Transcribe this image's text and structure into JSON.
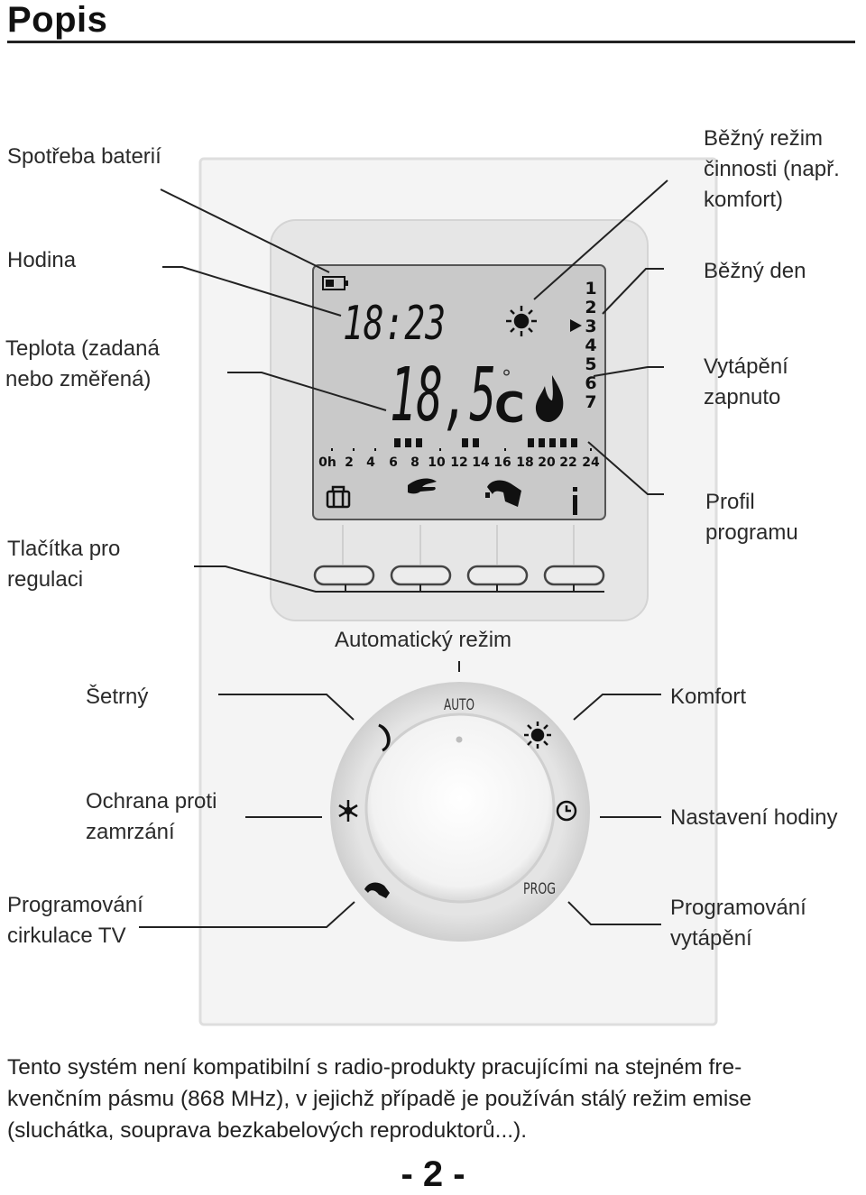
{
  "page": {
    "title": "Popis",
    "page_number": "- 2 -"
  },
  "labels": {
    "battery": [
      "Spotřeba baterií"
    ],
    "current_mode": [
      "Běžný režim",
      "činnosti (např.",
      "komfort)"
    ],
    "hour": [
      "Hodina"
    ],
    "current_day": [
      "Běžný den"
    ],
    "temperature": [
      "Teplota (zadaná",
      "nebo změřená)"
    ],
    "heating_on": [
      "Vytápění",
      "zapnuto"
    ],
    "control_buttons": [
      "Tlačítka pro",
      "regulaci"
    ],
    "program_profile": [
      "Profil",
      "programu"
    ],
    "auto_mode": [
      "Automatický režim"
    ],
    "eco": [
      "Šetrný"
    ],
    "comfort": [
      "Komfort"
    ],
    "frost_protection": [
      "Ochrana proti",
      "zamrzání"
    ],
    "clock_setting": [
      "Nastavení hodiny"
    ],
    "dhw_programming": [
      "Programování",
      "cirkulace TV"
    ],
    "heating_programming": [
      "Programování",
      "vytápění"
    ]
  },
  "lcd": {
    "time": "18:23",
    "temperature": "18,5",
    "unit": "C",
    "degree_symbol": "°",
    "days": [
      "1",
      "2",
      "3",
      "4",
      "5",
      "6",
      "7"
    ],
    "active_day": "3",
    "hour_ticks": [
      "0h",
      "2",
      "4",
      "6",
      "8",
      "10",
      "12",
      "14",
      "16",
      "18",
      "20",
      "22",
      "24"
    ],
    "info_symbol": "i"
  },
  "dial": {
    "auto_label": "AUTO",
    "prog_label": "PROG"
  },
  "note": [
    "Tento systém není kompatibilní s radio-produkty pracujícími na stejném fre-",
    "kvenčním pásmu (868 MHz), v jejichž případě je používán stálý režim emise",
    "(sluchátka, souprava bezkabelových reproduktorů...)."
  ],
  "colors": {
    "lcd_background": "#c8c8c8",
    "device_frame": "#ececec",
    "text": "#222222"
  }
}
